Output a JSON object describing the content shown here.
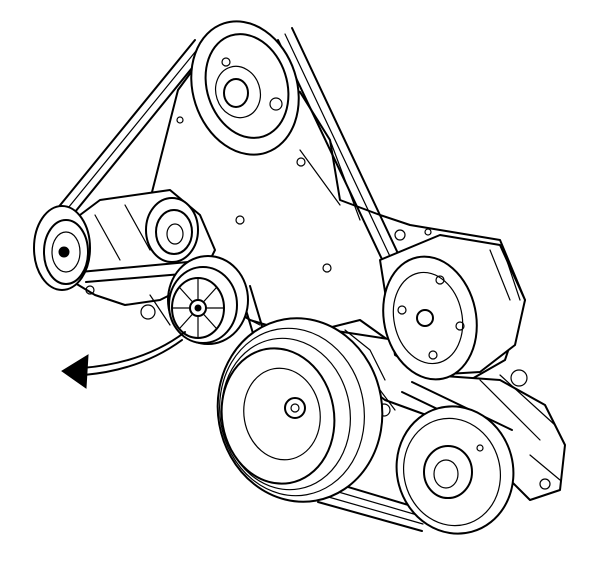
{
  "diagram": {
    "colors": {
      "line": "#000000",
      "background": "#ffffff"
    },
    "parts": [
      "upper-idler-pulley",
      "power-steering-pulley",
      "small-idler-pulley",
      "belt-tensioner-pulley",
      "water-pump-pulley",
      "crankshaft-pulley",
      "generator-pulley",
      "serpentine-belt",
      "tensioner-rotation-arrow"
    ]
  }
}
